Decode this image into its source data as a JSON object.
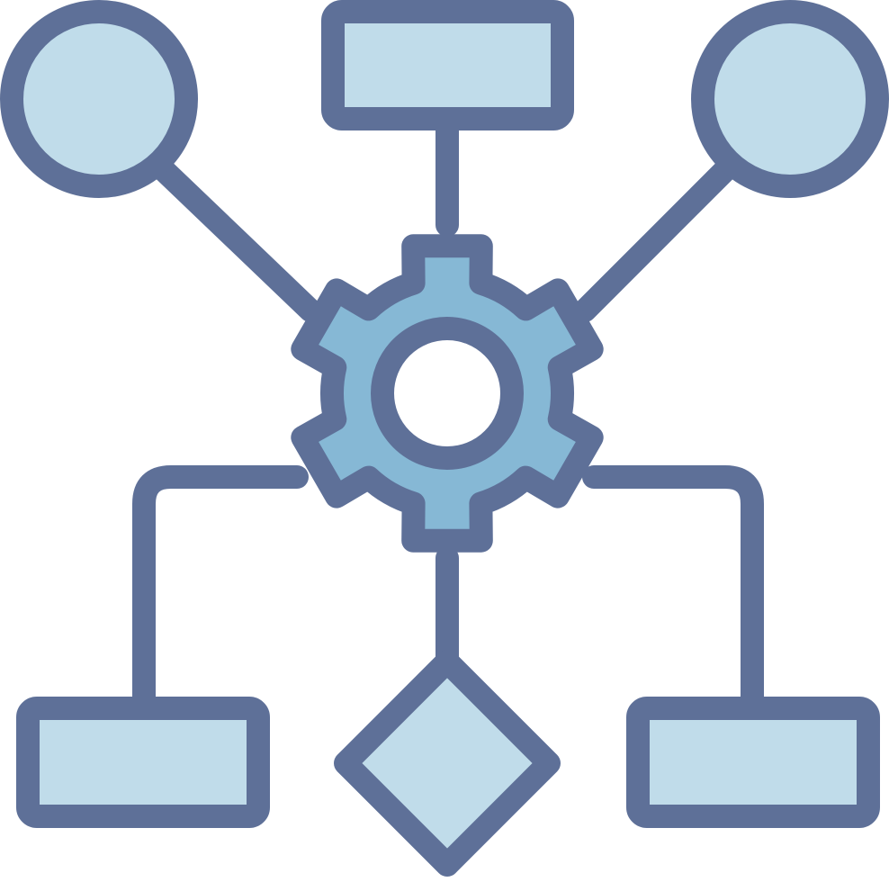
{
  "icon": {
    "name": "workflow-process-icon",
    "colors": {
      "stroke": "#5e7098",
      "shape_fill": "#c0dcea",
      "gear_fill": "#86b8d5",
      "hub_fill": "#ffffff",
      "background": "#ffffff"
    },
    "nodes": [
      {
        "name": "top-left-circle-node",
        "shape": "circle"
      },
      {
        "name": "top-center-rectangle-node",
        "shape": "rectangle"
      },
      {
        "name": "top-right-circle-node",
        "shape": "circle"
      },
      {
        "name": "bottom-left-rectangle-node",
        "shape": "rectangle"
      },
      {
        "name": "bottom-center-diamond-node",
        "shape": "diamond"
      },
      {
        "name": "bottom-right-rectangle-node",
        "shape": "rectangle"
      }
    ],
    "center": {
      "name": "gear-icon",
      "shape": "gear",
      "teeth": 6
    }
  }
}
